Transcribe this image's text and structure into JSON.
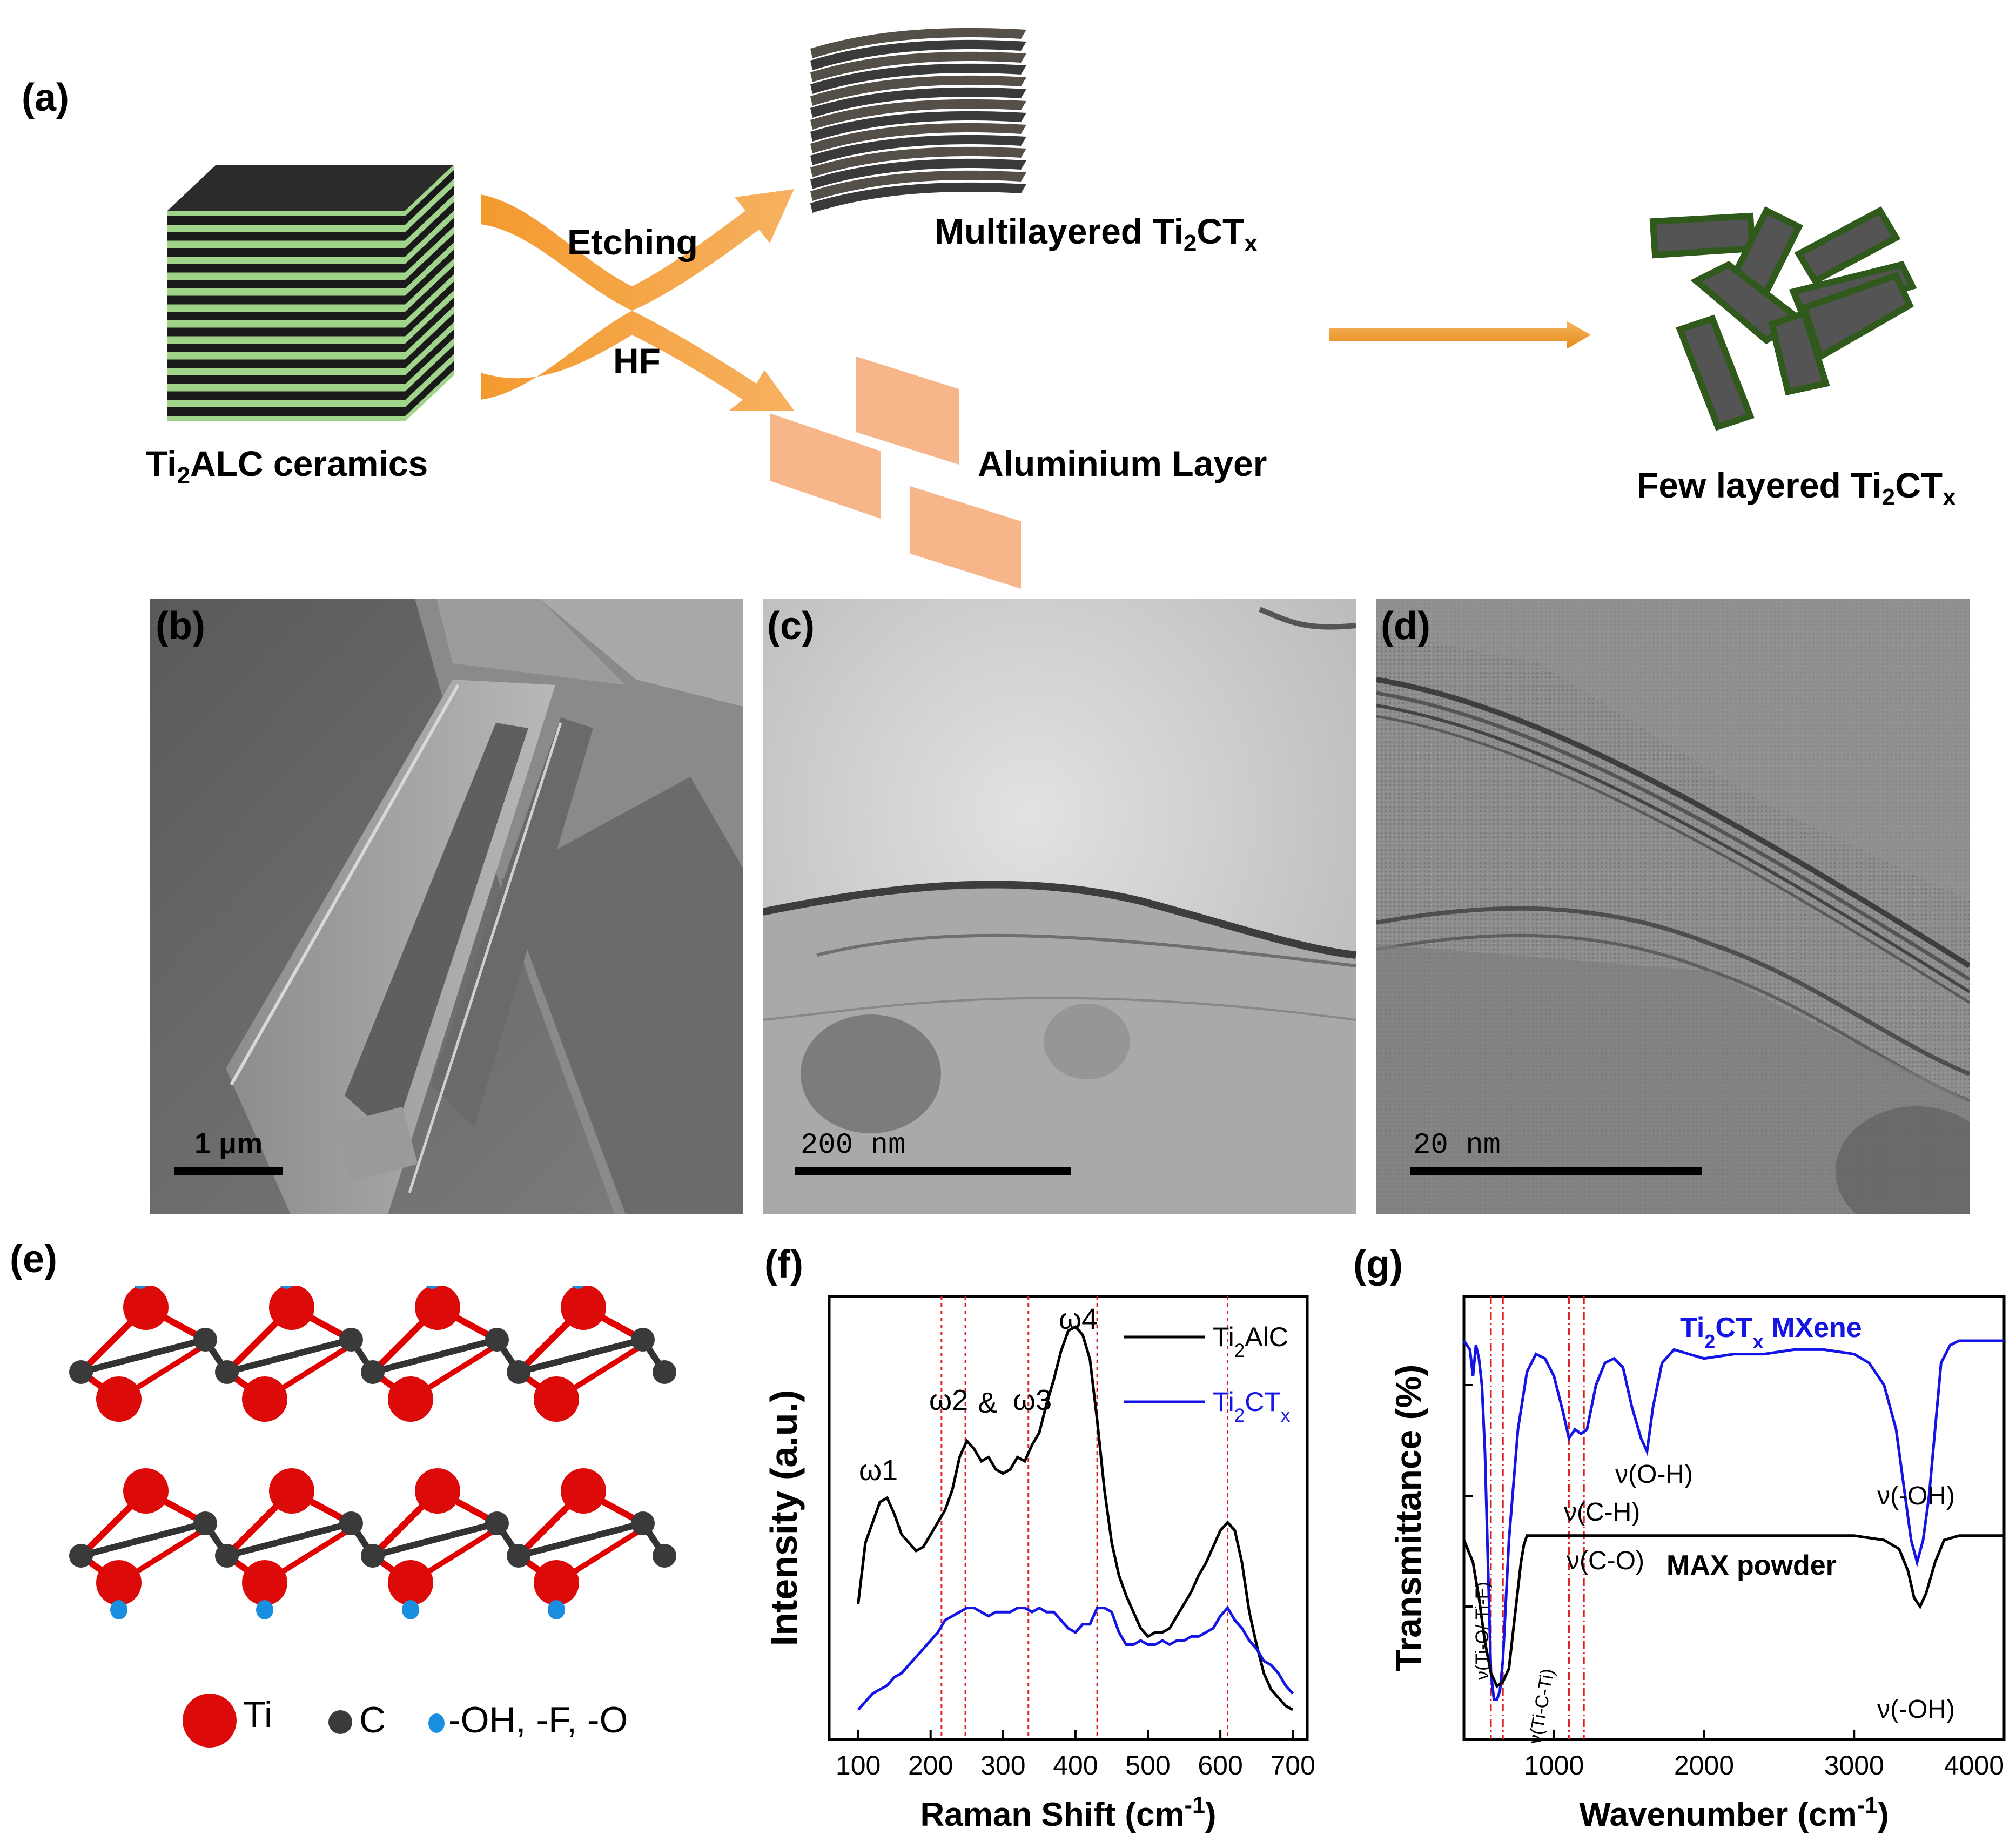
{
  "panels": {
    "a": {
      "letter": "(a)",
      "ceramics_label_pre": "Ti",
      "ceramics_label_sub": "2",
      "ceramics_label_post": "ALC ceramics",
      "etching_label": "Etching",
      "hf_label": "HF",
      "multilayer_label_pre": "Multilayered Ti",
      "multilayer_label_sub1": "2",
      "multilayer_label_mid": "CT",
      "multilayer_label_sub2": "x",
      "aluminium_label": "Aluminium  Layer",
      "fewlayer_label_pre": "Few layered Ti",
      "fewlayer_label_sub1": "2",
      "fewlayer_label_mid": "CT",
      "fewlayer_label_sub2": "x"
    },
    "b": {
      "letter": "(b)",
      "scale": "1 μm"
    },
    "c": {
      "letter": "(c)",
      "scale": "200  nm"
    },
    "d": {
      "letter": "(d)",
      "scale": "20  nm"
    },
    "e": {
      "letter": "(e)",
      "legend_ti": "Ti",
      "legend_c": "C",
      "legend_term": "-OH, -F, -O",
      "colors": {
        "ti": "#dd0a0a",
        "c": "#3a3a3a",
        "term": "#1a8fe0",
        "bond_red": "#e00000",
        "bond_dark": "#333333"
      }
    },
    "f": {
      "letter": "(f)",
      "annot_w1": "ω1",
      "annot_w2": "ω2",
      "annot_amp": "&",
      "annot_w3": "ω3",
      "annot_w4": "ω4"
    },
    "g": {
      "letter": "(g)",
      "annot_oh_mx": "ν(-OH)",
      "annot_oh2": "ν(O-H)",
      "annot_ch": "ν(C-H)",
      "annot_co": "ν(C-O)",
      "annot_tio": "ν(Ti-O/ Ti-F)",
      "annot_tic": "ν(Ti-C-Ti)",
      "annot_max": "MAX powder",
      "annot_oh_max": "ν(-OH)"
    }
  },
  "chart_data": [
    {
      "id": "raman",
      "type": "line",
      "xlabel": "Raman Shift (cm⁻¹)",
      "ylabel": "Intensity (a.u.)",
      "xlim": [
        60,
        720
      ],
      "xticks": [
        100,
        200,
        300,
        400,
        500,
        600,
        700
      ],
      "ylim": [
        0,
        10
      ],
      "grid": false,
      "vlines": [
        215,
        248,
        335,
        430,
        610
      ],
      "legend": {
        "placement": "top-right"
      },
      "series": [
        {
          "name": "Ti2AlC",
          "legend_pre": "Ti",
          "legend_sub": "2",
          "legend_post": "AlC",
          "color": "#000000",
          "x": [
            100,
            110,
            120,
            130,
            140,
            150,
            160,
            170,
            180,
            190,
            200,
            210,
            220,
            230,
            240,
            250,
            260,
            270,
            280,
            290,
            300,
            310,
            320,
            330,
            340,
            350,
            360,
            370,
            380,
            390,
            400,
            410,
            420,
            430,
            440,
            450,
            460,
            470,
            480,
            490,
            500,
            510,
            520,
            530,
            540,
            550,
            560,
            570,
            580,
            590,
            600,
            610,
            620,
            630,
            640,
            650,
            660,
            670,
            680,
            690,
            700
          ],
          "y": [
            3.0,
            4.5,
            5.0,
            5.5,
            5.6,
            5.2,
            4.7,
            4.5,
            4.3,
            4.4,
            4.7,
            5.0,
            5.3,
            5.8,
            6.6,
            7.0,
            6.8,
            6.5,
            6.6,
            6.3,
            6.2,
            6.3,
            6.6,
            6.5,
            6.9,
            7.2,
            7.9,
            8.5,
            9.2,
            9.7,
            9.8,
            9.6,
            9.0,
            7.5,
            5.8,
            4.5,
            3.7,
            3.2,
            2.8,
            2.4,
            2.2,
            2.3,
            2.3,
            2.4,
            2.7,
            3.0,
            3.3,
            3.7,
            4.0,
            4.4,
            4.8,
            5.0,
            4.8,
            4.0,
            2.8,
            2.0,
            1.3,
            0.9,
            0.7,
            0.5,
            0.4
          ]
        },
        {
          "name": "Ti2CTx",
          "legend_pre": "Ti",
          "legend_sub": "2",
          "legend_mid": "CT",
          "legend_sub2": "x",
          "color": "#1414e6",
          "x": [
            100,
            110,
            120,
            130,
            140,
            150,
            160,
            170,
            180,
            190,
            200,
            210,
            220,
            230,
            240,
            250,
            260,
            270,
            280,
            290,
            300,
            310,
            320,
            330,
            340,
            350,
            360,
            370,
            380,
            390,
            400,
            410,
            420,
            430,
            440,
            450,
            460,
            470,
            480,
            490,
            500,
            510,
            520,
            530,
            540,
            550,
            560,
            570,
            580,
            590,
            600,
            610,
            620,
            630,
            640,
            650,
            660,
            670,
            680,
            690,
            700
          ],
          "y": [
            0.4,
            0.6,
            0.8,
            0.9,
            1.0,
            1.2,
            1.3,
            1.5,
            1.7,
            1.9,
            2.1,
            2.3,
            2.6,
            2.7,
            2.8,
            2.9,
            2.9,
            2.8,
            2.7,
            2.8,
            2.8,
            2.8,
            2.9,
            2.9,
            2.8,
            2.9,
            2.8,
            2.8,
            2.6,
            2.4,
            2.3,
            2.5,
            2.5,
            2.9,
            2.9,
            2.8,
            2.3,
            2.0,
            2.0,
            2.1,
            2.0,
            2.0,
            2.1,
            2.0,
            2.1,
            2.1,
            2.2,
            2.2,
            2.3,
            2.4,
            2.7,
            2.9,
            2.6,
            2.4,
            2.1,
            1.9,
            1.6,
            1.5,
            1.3,
            1.0,
            0.8
          ]
        }
      ]
    },
    {
      "id": "ftir",
      "type": "line",
      "xlabel": "Wavenumber (cm⁻¹)",
      "ylabel": "Transmittance (%)",
      "xlim": [
        400,
        4000
      ],
      "xticks": [
        1000,
        2000,
        3000,
        4000
      ],
      "ylim": [
        0,
        10
      ],
      "grid": false,
      "vlines": [
        580,
        660,
        1100,
        1200
      ],
      "series": [
        {
          "name": "Ti2CTx MXene",
          "label_pre": "Ti",
          "label_sub": "2",
          "label_mid": "CT",
          "label_sub2": "x",
          "label_post": " MXene",
          "color": "#1414e6",
          "x": [
            400,
            440,
            460,
            480,
            500,
            520,
            540,
            560,
            580,
            600,
            620,
            640,
            660,
            700,
            760,
            820,
            880,
            940,
            1000,
            1060,
            1100,
            1140,
            1180,
            1220,
            1280,
            1340,
            1400,
            1460,
            1520,
            1580,
            1620,
            1660,
            1720,
            1800,
            1900,
            2000,
            2200,
            2400,
            2600,
            2800,
            3000,
            3100,
            3200,
            3280,
            3340,
            3380,
            3420,
            3460,
            3500,
            3540,
            3580,
            3640,
            3700,
            3800,
            3900,
            4000
          ],
          "y": [
            9.0,
            8.8,
            8.2,
            8.9,
            8.6,
            8.0,
            6.5,
            4.0,
            1.5,
            0.9,
            0.9,
            1.1,
            1.8,
            4.5,
            7.0,
            8.3,
            8.7,
            8.6,
            8.2,
            7.4,
            6.8,
            7.0,
            6.9,
            7.0,
            8.0,
            8.5,
            8.6,
            8.4,
            7.5,
            6.8,
            6.5,
            7.5,
            8.5,
            8.8,
            8.7,
            8.6,
            8.7,
            8.7,
            8.8,
            8.8,
            8.7,
            8.5,
            8.0,
            7.0,
            5.5,
            4.5,
            4.0,
            4.5,
            5.5,
            7.0,
            8.5,
            8.9,
            9.0,
            9.0,
            9.0,
            9.0
          ]
        },
        {
          "name": "MAX powder",
          "color": "#000000",
          "x": [
            400,
            460,
            500,
            540,
            580,
            620,
            660,
            700,
            740,
            780,
            800,
            820,
            900,
            1000,
            1200,
            1500,
            2000,
            2500,
            3000,
            3200,
            3300,
            3360,
            3400,
            3440,
            3480,
            3540,
            3600,
            3700,
            3800,
            4000
          ],
          "y": [
            4.5,
            4.0,
            3.2,
            2.2,
            1.5,
            1.2,
            1.3,
            1.6,
            2.8,
            4.0,
            4.4,
            4.6,
            4.6,
            4.6,
            4.6,
            4.6,
            4.6,
            4.6,
            4.6,
            4.5,
            4.3,
            3.8,
            3.2,
            3.0,
            3.3,
            4.0,
            4.5,
            4.6,
            4.6,
            4.6
          ]
        }
      ]
    }
  ]
}
